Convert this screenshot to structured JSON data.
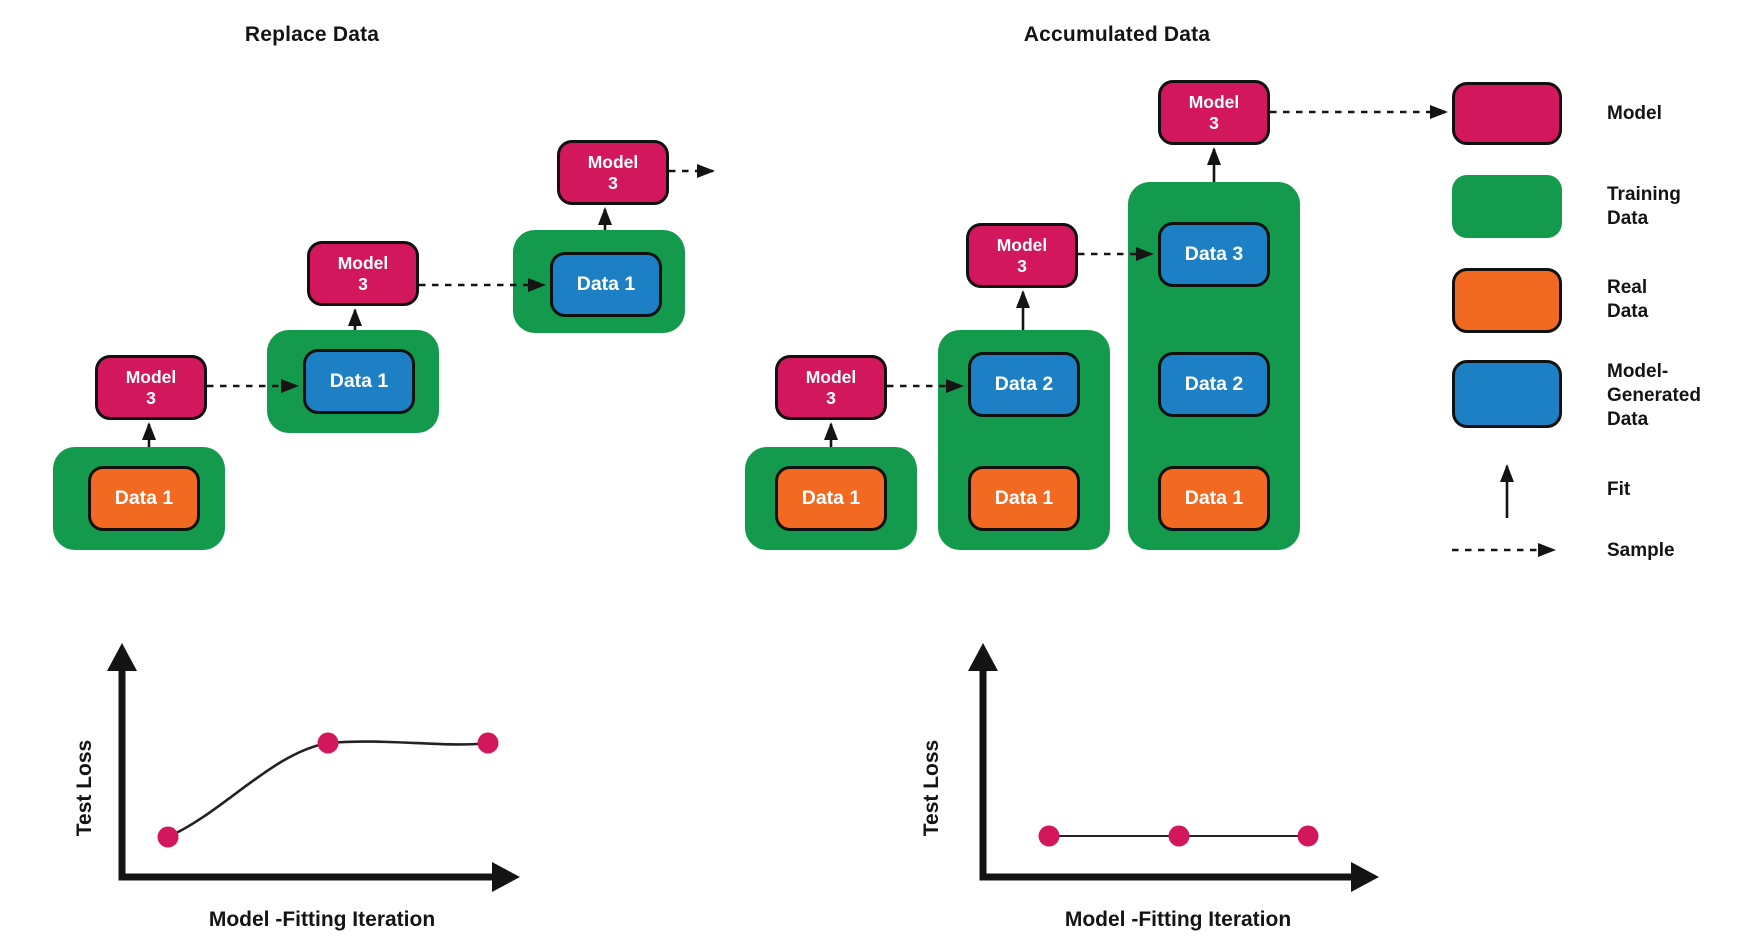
{
  "colors": {
    "model": "#d2175c",
    "training_data": "#149a4d",
    "real_data": "#f26a22",
    "model_generated_data": "#1d80c4",
    "plot_point": "#d2175c",
    "ink": "#141414"
  },
  "panels": {
    "left": {
      "title": "Replace Data",
      "stages": [
        {
          "model": {
            "line1": "Model",
            "line2": "3"
          },
          "data": [
            {
              "label": "Data 1",
              "type": "real"
            }
          ]
        },
        {
          "model": {
            "line1": "Model",
            "line2": "3"
          },
          "data": [
            {
              "label": "Data 1",
              "type": "model-generated"
            }
          ]
        },
        {
          "model": {
            "line1": "Model",
            "line2": "3"
          },
          "data": [
            {
              "label": "Data 1",
              "type": "model-generated"
            }
          ]
        }
      ]
    },
    "right": {
      "title": "Accumulated Data",
      "stages": [
        {
          "model": {
            "line1": "Model",
            "line2": "3"
          },
          "data": [
            {
              "label": "Data 1",
              "type": "real"
            }
          ]
        },
        {
          "model": {
            "line1": "Model",
            "line2": "3"
          },
          "data": [
            {
              "label": "Data 2",
              "type": "model-generated"
            },
            {
              "label": "Data 1",
              "type": "real"
            }
          ]
        },
        {
          "model": {
            "line1": "Model",
            "line2": "3"
          },
          "data": [
            {
              "label": "Data 3",
              "type": "model-generated"
            },
            {
              "label": "Data 2",
              "type": "model-generated"
            },
            {
              "label": "Data 1",
              "type": "real"
            }
          ]
        }
      ]
    }
  },
  "legend": {
    "items": [
      {
        "label": "Model",
        "swatch": "model"
      },
      {
        "label": "Training Data",
        "swatch": "training-data"
      },
      {
        "label": "Real Data",
        "swatch": "real-data"
      },
      {
        "label": "Model-Generated Data",
        "swatch": "model-generated-data"
      },
      {
        "label": "Fit",
        "symbol": "solid-up-arrow"
      },
      {
        "label": "Sample",
        "symbol": "dashed-right-arrow"
      }
    ]
  },
  "plots": {
    "left": {
      "ylabel": "Test Loss",
      "xlabel": "Model -Fitting Iteration",
      "type": "line",
      "points": [
        {
          "iteration": 1,
          "test_loss": "low"
        },
        {
          "iteration": 2,
          "test_loss": "high"
        },
        {
          "iteration": 3,
          "test_loss": "high"
        }
      ],
      "trend": "rises then plateaus"
    },
    "right": {
      "ylabel": "Test Loss",
      "xlabel": "Model -Fitting Iteration",
      "type": "line",
      "points": [
        {
          "iteration": 1,
          "test_loss": "low"
        },
        {
          "iteration": 2,
          "test_loss": "low"
        },
        {
          "iteration": 3,
          "test_loss": "low"
        }
      ],
      "trend": "flat"
    }
  }
}
